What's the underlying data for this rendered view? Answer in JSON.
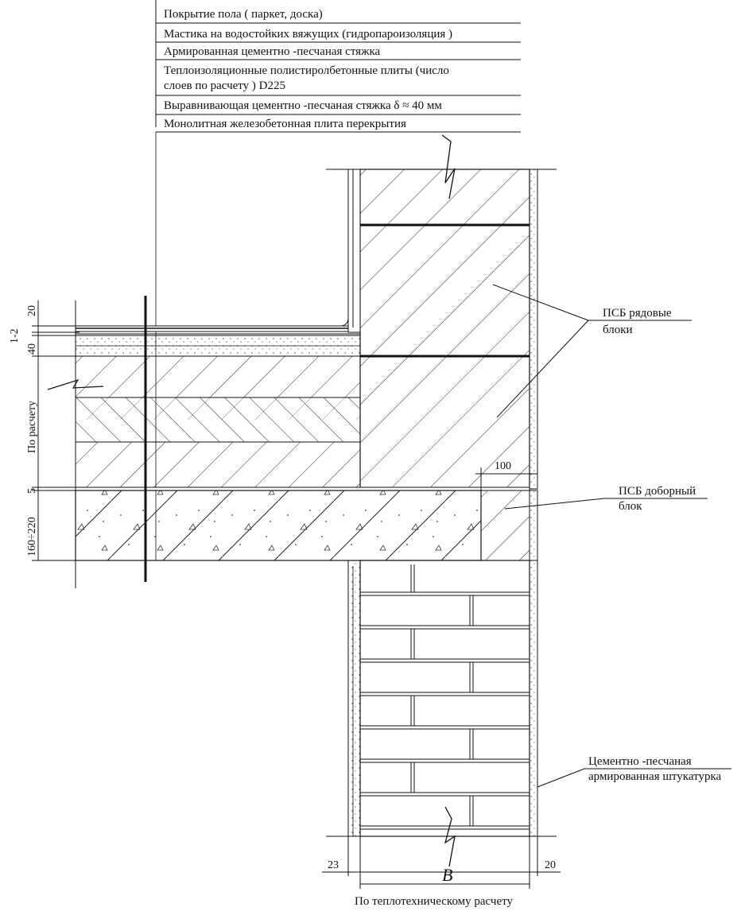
{
  "layers": [
    "Покрытие пола ( паркет, доска)",
    "Мастика на водостойких вяжущих  (гидропароизоляция )",
    "Армированная цементно -песчаная стяжка",
    "Теплоизоляционные полистиролбетонные плиты   (число",
    "слоев по расчету ) D225",
    "Выравнивающая цементно -песчаная стяжка δ ≈ 40 мм",
    "Монолитная железобетонная плита перекрытия"
  ],
  "callouts": {
    "psb_row_1": "ПСБ рядовые",
    "psb_row_2": "блоки",
    "psb_fill_1": "ПСБ доборный",
    "psb_fill_2": "блок",
    "plaster_1": "Цементно -песчаная",
    "plaster_2": "армированная штукатурка"
  },
  "dimensions": {
    "d20": "20",
    "d1_2": "1-2",
    "d40": "40",
    "po_raschetu": "По расчету",
    "d5": "5",
    "d160_220": "160÷220",
    "d100": "100",
    "d23": "23",
    "b": "B",
    "d20_right": "20",
    "bottom_note": "По теплотехническому расчету"
  }
}
